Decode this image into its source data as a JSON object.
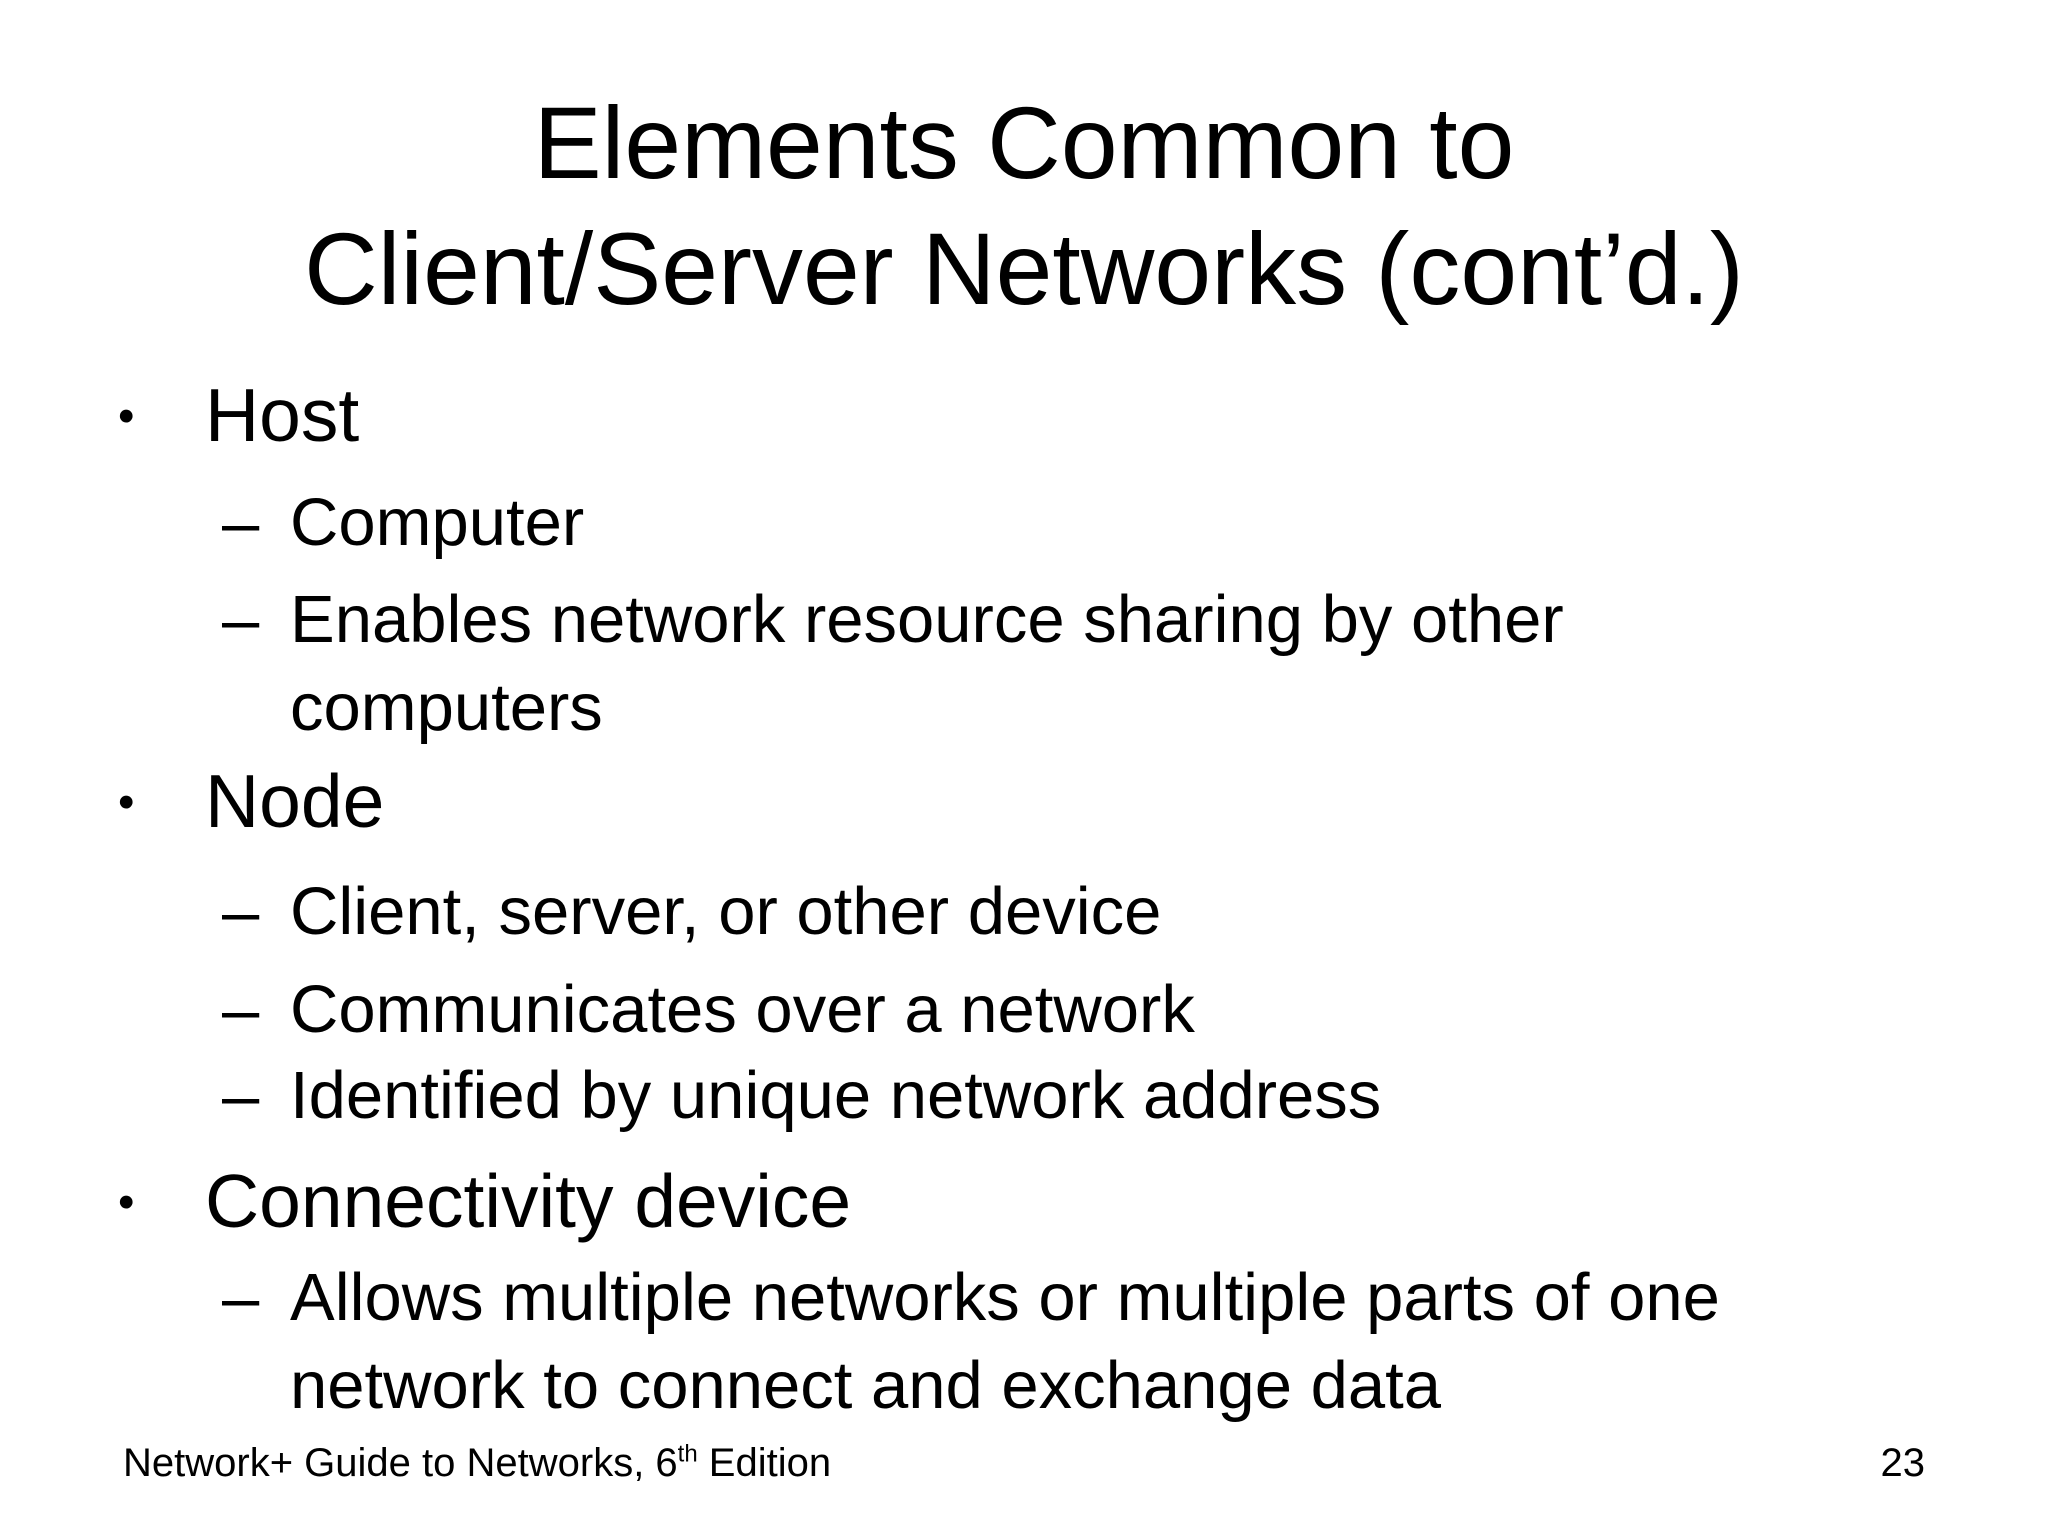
{
  "slide": {
    "title": {
      "line1": "Elements Common to",
      "line2": "Client/Server Networks (cont’d.)"
    },
    "bullets": [
      {
        "level": 1,
        "marker": "•",
        "text": "Host"
      },
      {
        "level": 2,
        "marker": "–",
        "text": "Computer"
      },
      {
        "level": 2,
        "marker": "–",
        "text": "Enables network resource sharing by other computers"
      },
      {
        "level": 1,
        "marker": "•",
        "text": "Node"
      },
      {
        "level": 2,
        "marker": "–",
        "text": "Client, server, or other device"
      },
      {
        "level": 2,
        "marker": "–",
        "text": "Communicates over a network"
      },
      {
        "level": 2,
        "marker": "–",
        "text": "Identified by unique network address"
      },
      {
        "level": 1,
        "marker": "•",
        "text": "Connectivity device"
      },
      {
        "level": 2,
        "marker": "–",
        "text": "Allows multiple networks or multiple parts of one network to connect and exchange data"
      }
    ],
    "footer": {
      "left_text": "Network+ Guide to Networks, 6",
      "left_sup": "th",
      "left_tail": " Edition",
      "page_number": "23"
    },
    "colors": {
      "background": "#ffffff",
      "text": "#000000"
    }
  }
}
